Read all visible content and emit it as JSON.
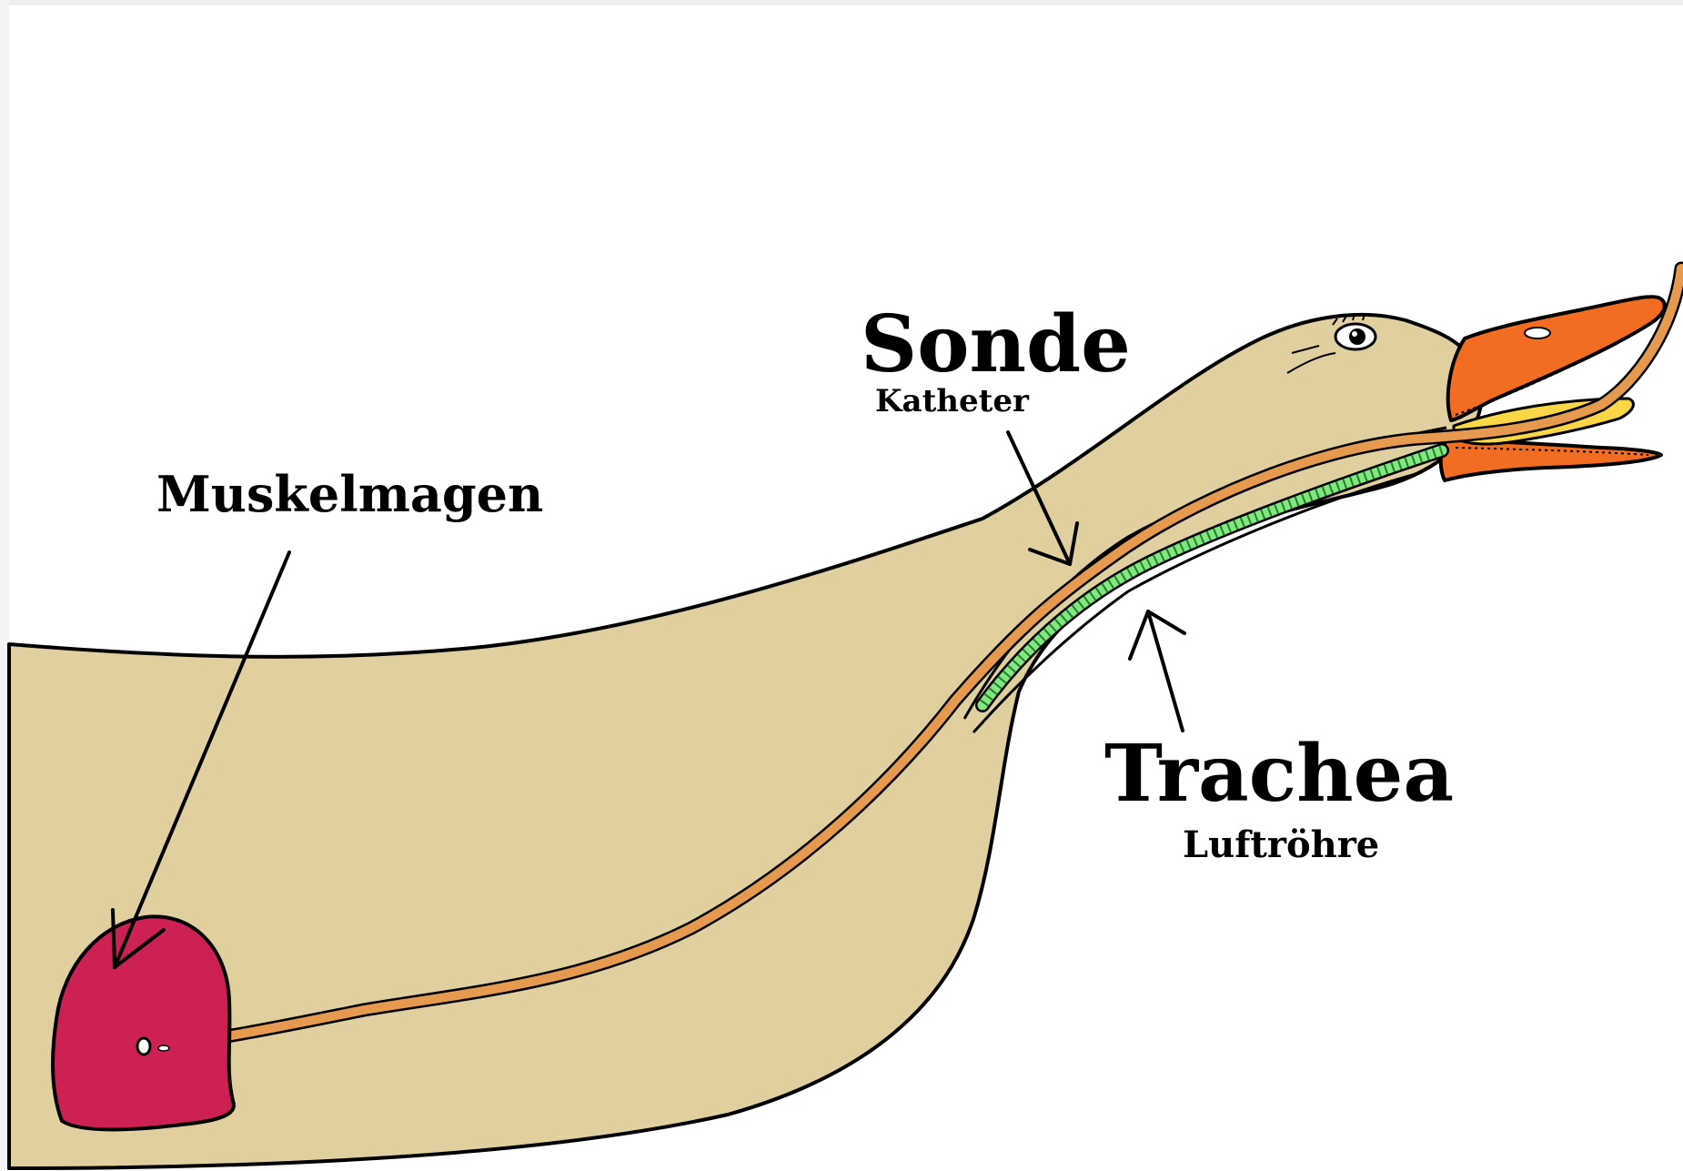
{
  "labels": {
    "sonde": "Sonde",
    "katheter": "Katheter",
    "muskelmagen": "Muskelmagen",
    "trachea": "Trachea",
    "luftroehre": "Luftröhre"
  },
  "colors": {
    "body": "#e0cf9f",
    "beak": "#f26d21",
    "tongue": "#fbd748",
    "gizzard": "#cd2154",
    "tube": "#e59a4f",
    "trachea": "#7fe87f",
    "outline": "#000000",
    "background": "#ffffff"
  },
  "icons": {
    "arrows": "line-arrow",
    "eye": "goose-eye"
  }
}
